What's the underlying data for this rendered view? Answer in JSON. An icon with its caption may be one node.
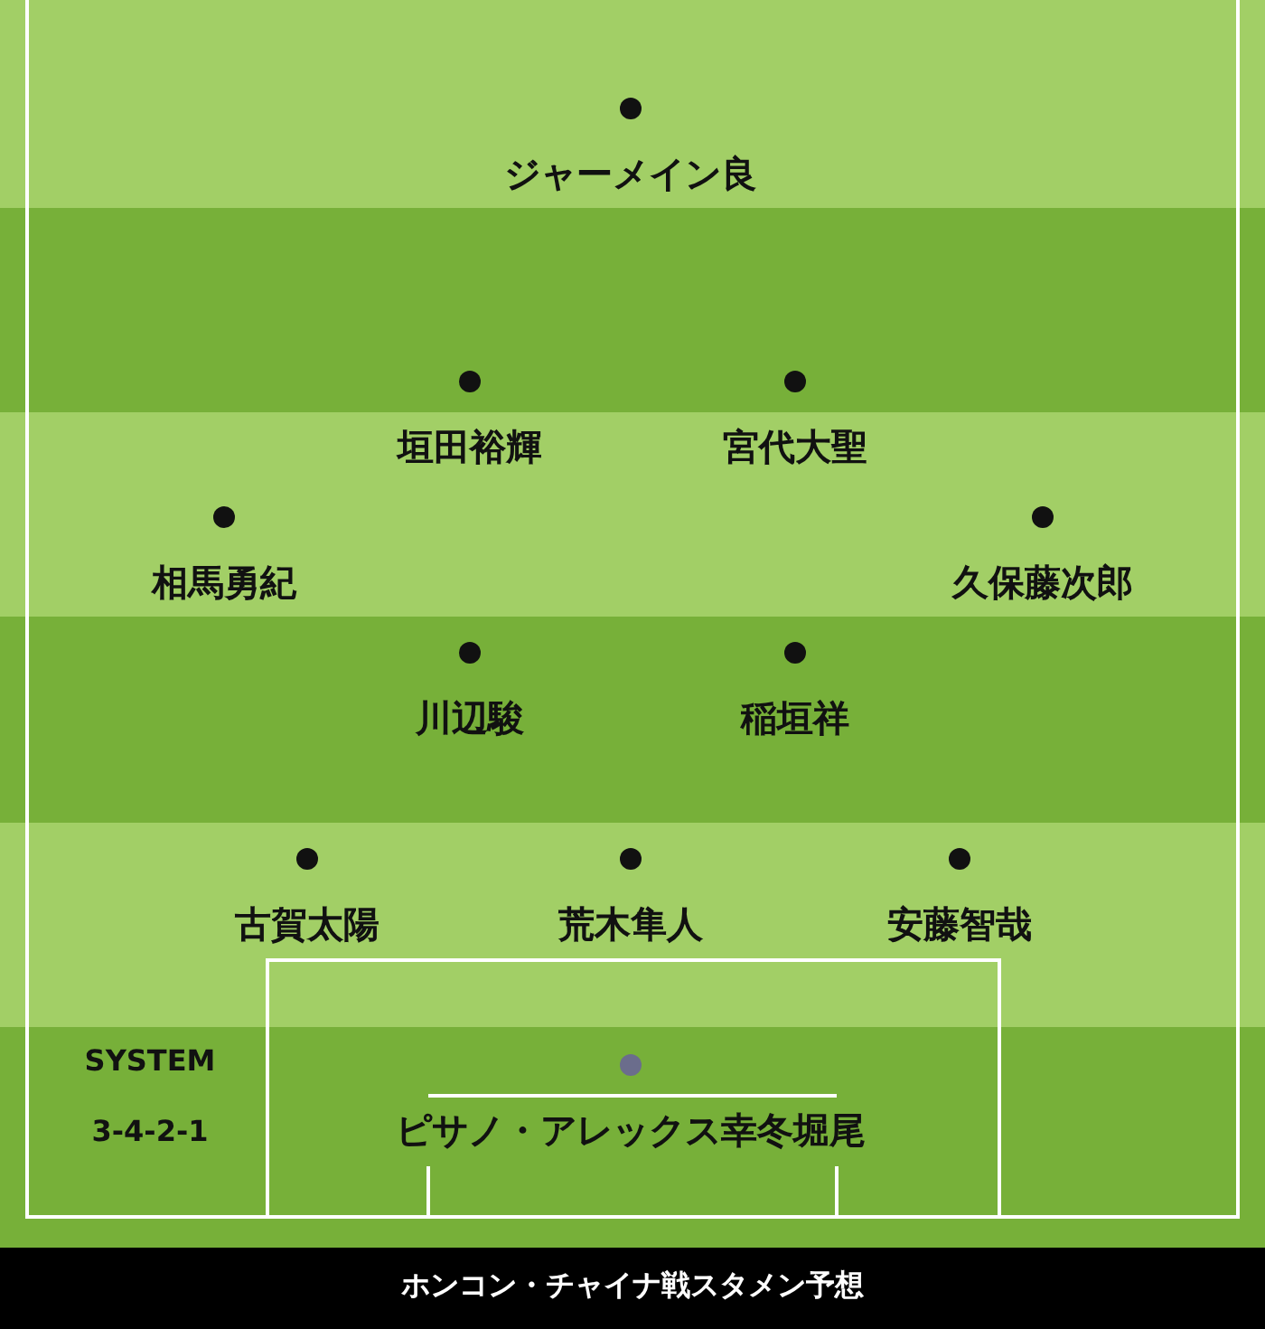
{
  "diagram": {
    "caption": "ホンコン・チャイナ戦スタメン予想",
    "nodes": [
      {
        "text": [
          "ジャーメイン良"
        ]
      },
      {
        "text": [
          "垣田裕輝"
        ]
      },
      {
        "text": [
          "宮代大聖"
        ]
      },
      {
        "text": [
          "相馬勇紀"
        ]
      },
      {
        "text": [
          "久保藤次郎"
        ]
      },
      {
        "text": [
          "川辺駿"
        ]
      },
      {
        "text": [
          "稲垣祥"
        ]
      },
      {
        "text": [
          "古賀太陽"
        ]
      },
      {
        "text": [
          "荒木隼人"
        ]
      },
      {
        "text": [
          "安藤智哉"
        ]
      },
      {
        "text": [
          "ピサノ・アレックス幸冬堀尾"
        ]
      }
    ],
    "labels": [
      "SYSTEM",
      "3-4-2-1"
    ]
  }
}
